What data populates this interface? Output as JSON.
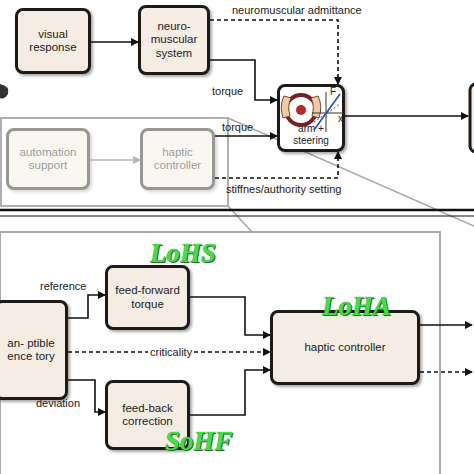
{
  "diagram": {
    "nodes": [
      {
        "text": [
          "visual response"
        ]
      },
      {
        "text": [
          "neuro-muscular system"
        ]
      },
      {
        "text": [
          "arm + steering"
        ]
      },
      {
        "text": [
          "automation support"
        ]
      },
      {
        "text": [
          "haptic controller"
        ]
      },
      {
        "text": [
          "an- ptible ence tory"
        ]
      },
      {
        "text": [
          "feed-forward torque"
        ]
      },
      {
        "text": [
          "feed-back correction"
        ]
      },
      {
        "text": [
          "haptic controller"
        ]
      }
    ],
    "edges": [
      {
        "from": 0,
        "to": 1,
        "arrow": "to"
      },
      {
        "from": 1,
        "to": 2,
        "label": "torque",
        "arrow": "to"
      },
      {
        "from": 1,
        "to": 2,
        "label": "neuromuscular admittance",
        "arrow": "to"
      },
      {
        "from": 3,
        "to": 4,
        "arrow": "to"
      },
      {
        "from": 4,
        "to": 2,
        "label": "torque",
        "arrow": "to"
      },
      {
        "from": 4,
        "to": 2,
        "label": "stiffnes/authority setting",
        "arrow": "to"
      },
      {
        "from": 5,
        "to": 6,
        "label": "reference",
        "arrow": "to"
      },
      {
        "from": 5,
        "to": 8,
        "label": "criticality",
        "arrow": "to"
      },
      {
        "from": 5,
        "to": 7,
        "label": "deviation",
        "arrow": "to"
      },
      {
        "from": 6,
        "to": 8,
        "arrow": "to"
      },
      {
        "from": 7,
        "to": 8,
        "arrow": "to"
      }
    ],
    "labels": [
      "F",
      "x",
      "LoHS",
      "LoHA",
      "SoHF"
    ]
  }
}
